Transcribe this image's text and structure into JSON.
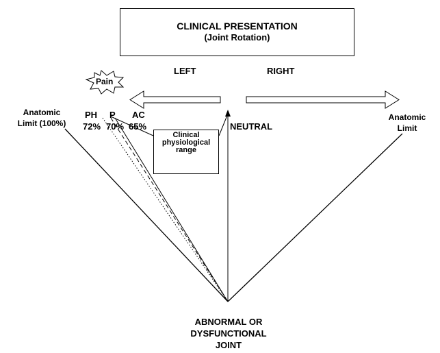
{
  "title": {
    "line1": "CLINICAL PRESENTATION",
    "line2": "(Joint Rotation)"
  },
  "directions": {
    "left": "LEFT",
    "right": "RIGHT"
  },
  "pain_label": "Pain",
  "limits": {
    "left_line1": "Anatomic",
    "left_line2": "Limit (100%)",
    "right_line1": "Anatomic",
    "right_line2": "Limit"
  },
  "markers": [
    {
      "label": "PH",
      "value": "72%"
    },
    {
      "label": "P",
      "value": "70%"
    },
    {
      "label": "AC",
      "value": "65%"
    }
  ],
  "neutral_label": "NEUTRAL",
  "range_box": {
    "line1": "Clinical",
    "line2": "physiological",
    "line3": "range"
  },
  "joint_label": {
    "line1": "ABNORMAL OR",
    "line2": "DYSFUNCTIONAL",
    "line3": "JOINT"
  }
}
